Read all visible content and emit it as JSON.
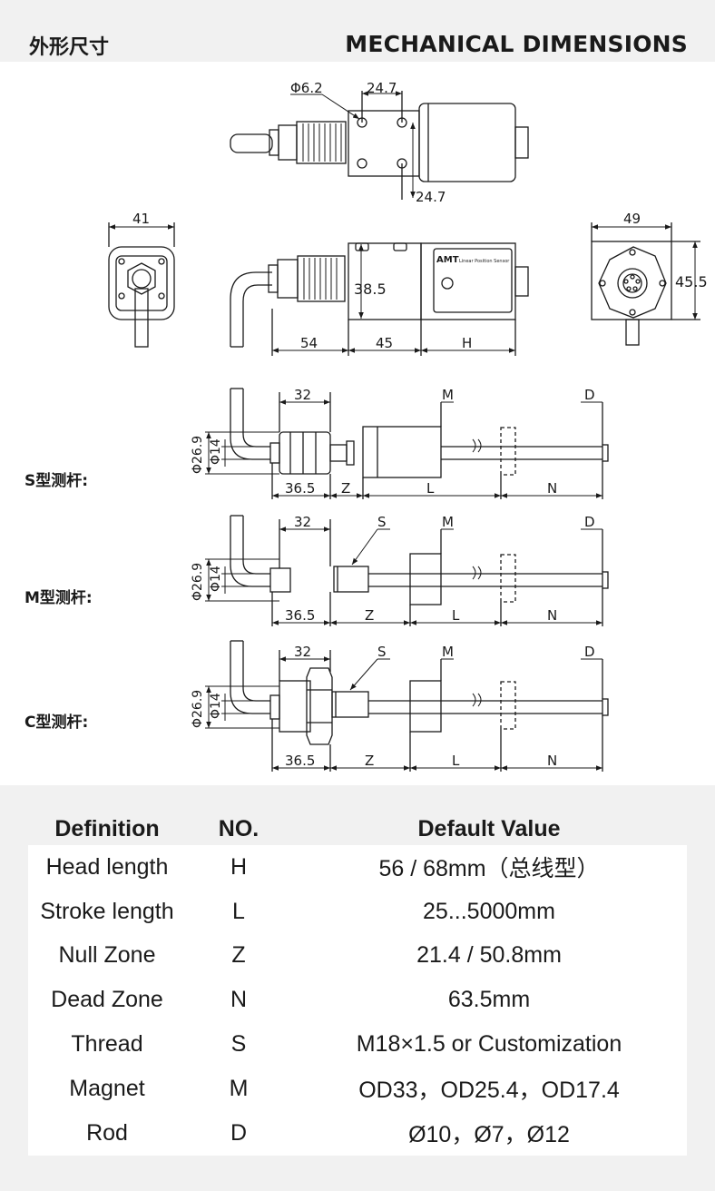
{
  "header": {
    "title_cn": "外形尺寸",
    "title_en": "MECHANICAL DIMENSIONS"
  },
  "diagram": {
    "top_view": {
      "dim_phi": "Φ6.2",
      "dim_top": "24.7",
      "dim_bottom": "24.7"
    },
    "end_left": {
      "dim_width": "41"
    },
    "side_view": {
      "dim_height": "38.5",
      "dim_a": "54",
      "dim_b": "45",
      "dim_h": "H",
      "brand": "AMT",
      "product": "Linear Position Sensor"
    },
    "end_right": {
      "dim_width": "49",
      "dim_height": "45.5"
    },
    "rod_common": {
      "dia_outer": "Φ26.9",
      "dia_inner": "Φ14",
      "dim_32": "32",
      "dim_365": "36.5",
      "z": "Z",
      "l": "L",
      "n": "N",
      "m": "M",
      "d": "D",
      "s": "S"
    },
    "rows": [
      {
        "label": "S型测杆:"
      },
      {
        "label": "M型测杆:"
      },
      {
        "label": "C型测杆:"
      }
    ]
  },
  "table": {
    "headers": [
      "Definition",
      "NO.",
      "Default Value"
    ],
    "rows": [
      [
        "Head length",
        "H",
        "56 / 68mm（总线型）"
      ],
      [
        "Stroke length",
        "L",
        "25...5000mm"
      ],
      [
        "Null Zone",
        "Z",
        "21.4 / 50.8mm"
      ],
      [
        "Dead Zone",
        "N",
        "63.5mm"
      ],
      [
        "Thread",
        "S",
        "M18×1.5 or Customization"
      ],
      [
        "Magnet",
        "M",
        "OD33，OD25.4，OD17.4"
      ],
      [
        "Rod",
        "D",
        "Ø10，Ø7，Ø12"
      ]
    ]
  }
}
